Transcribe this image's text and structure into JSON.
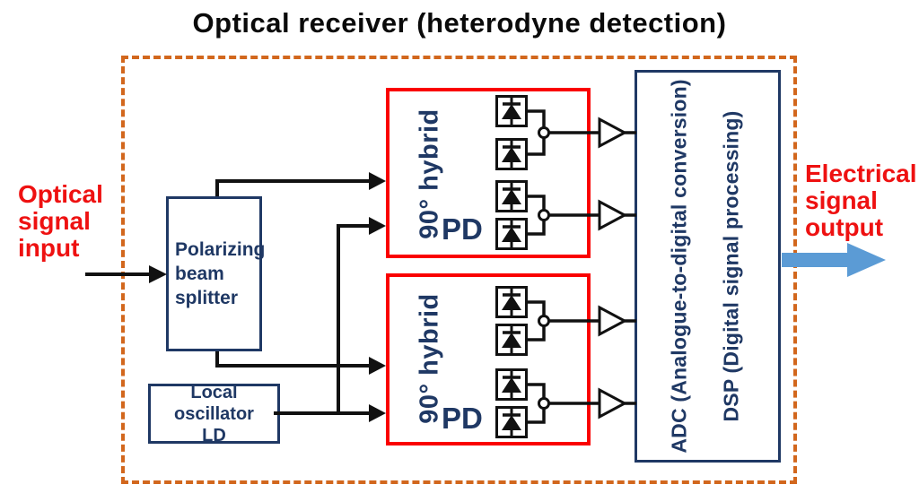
{
  "title": "Optical receiver (heterodyne detection)",
  "io_labels": {
    "optical_input": "Optical\nsignal\ninput",
    "electrical_output": "Electrical\nsignal\noutput"
  },
  "blocks": {
    "polarizing_beam_splitter": "Polarizing\nbeam\nsplitter",
    "local_oscillator": "Local oscillator\nLD",
    "hybrid_top": "90° hybrid",
    "hybrid_bottom": "90° hybrid",
    "pd_label_top": "PD",
    "pd_label_bottom": "PD",
    "adc_line": "ADC (Analogue-to-digital conversion)",
    "dsp_line": "DSP (Digital signal processing)"
  },
  "icons": {
    "photodiode": "photodiode-icon",
    "amplifier": "amplifier-icon",
    "junction": "junction-node",
    "input_arrow": "input-arrow-icon",
    "output_arrow": "output-arrow-icon"
  },
  "colors": {
    "navy": "#1f3864",
    "red_outline": "#fa0000",
    "red_text": "#ee1111",
    "orange_dashed": "#d2671d",
    "blue_arrow": "#5b9bd5",
    "wire_black": "#111111"
  }
}
